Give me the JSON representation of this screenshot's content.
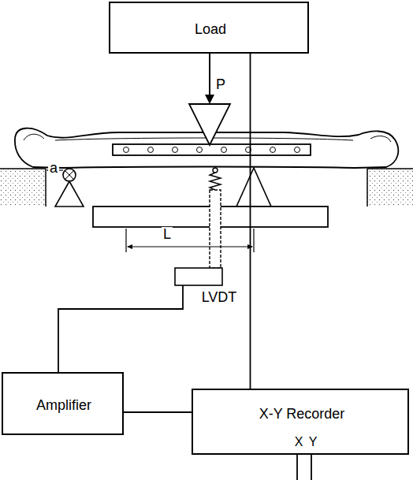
{
  "diagram": {
    "nodes": [
      {
        "text": [
          "Load"
        ]
      },
      {
        "text": [
          "Amplifier"
        ]
      },
      {
        "text": [
          "X-Y Recorder",
          "X",
          "Y"
        ]
      }
    ],
    "edges": [
      {
        "from": 0,
        "to": 2,
        "arrow": "none"
      },
      {
        "from": 1,
        "to": 2,
        "arrow": "none"
      }
    ],
    "labels": [
      "P",
      "a",
      "L",
      "LVDT"
    ]
  }
}
